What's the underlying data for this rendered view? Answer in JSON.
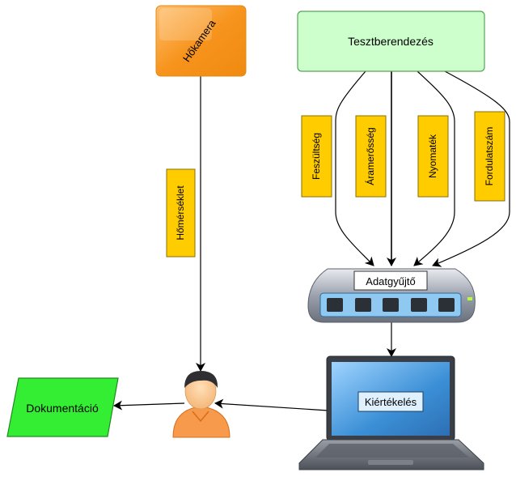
{
  "nodes": {
    "thermal_camera": "Hőkamera",
    "test_device": "Tesztberendezés",
    "data_collector": "Adatgyűjtő",
    "evaluation": "Kiértékelés",
    "documentation": "Dokumentáció"
  },
  "edge_labels": {
    "temperature": "Hőmérséklet",
    "voltage": "Feszültség",
    "current": "Áramerősség",
    "torque": "Nyomaték",
    "rpm": "Fordulatszám"
  },
  "colors": {
    "camera_fill": "#f7941d",
    "device_fill": "#ccffcc",
    "label_fill": "#ffcc00",
    "doc_fill": "#33ee33",
    "screen_fill": "#4aa3e0"
  }
}
